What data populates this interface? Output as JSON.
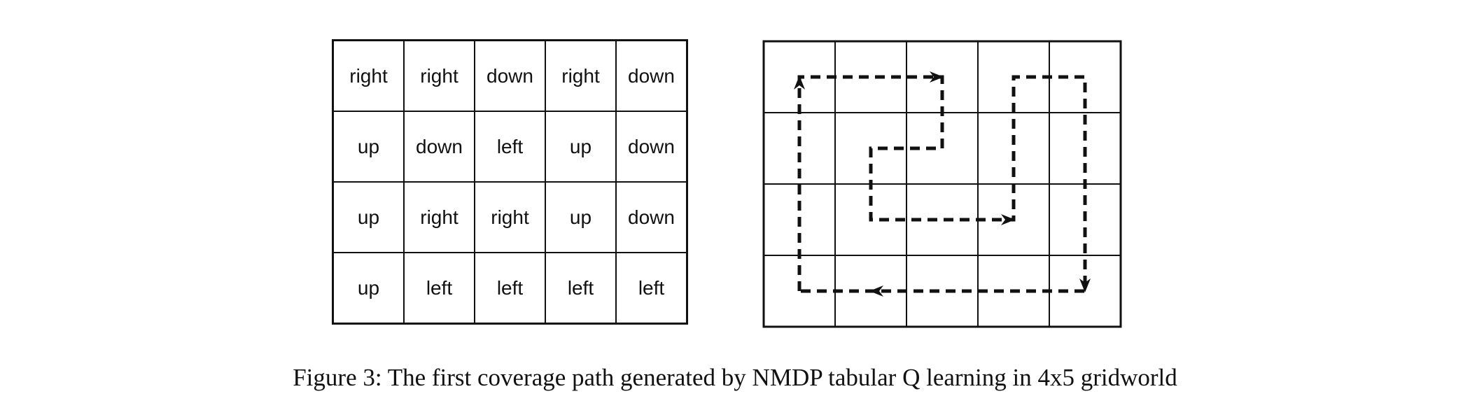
{
  "policy_grid": {
    "rows": [
      [
        "right",
        "right",
        "down",
        "right",
        "down"
      ],
      [
        "up",
        "down",
        "left",
        "up",
        "down"
      ],
      [
        "up",
        "right",
        "right",
        "up",
        "down"
      ],
      [
        "up",
        "left",
        "left",
        "left",
        "left"
      ]
    ]
  },
  "coverage_path": {
    "grid_rows": 4,
    "grid_cols": 5,
    "line_style": "dashed",
    "path_cells": [
      [
        3,
        0
      ],
      [
        2,
        0
      ],
      [
        1,
        0
      ],
      [
        0,
        0
      ],
      [
        0,
        1
      ],
      [
        0,
        2
      ],
      [
        1,
        2
      ],
      [
        1,
        1
      ],
      [
        2,
        1
      ],
      [
        2,
        2
      ],
      [
        2,
        3
      ],
      [
        1,
        3
      ],
      [
        0,
        3
      ],
      [
        0,
        4
      ],
      [
        1,
        4
      ],
      [
        2,
        4
      ],
      [
        3,
        4
      ],
      [
        3,
        3
      ],
      [
        3,
        2
      ],
      [
        3,
        1
      ],
      [
        3,
        0
      ]
    ]
  },
  "caption": "Figure 3: The first coverage path generated by NMDP tabular Q learning in 4x5 gridworld"
}
